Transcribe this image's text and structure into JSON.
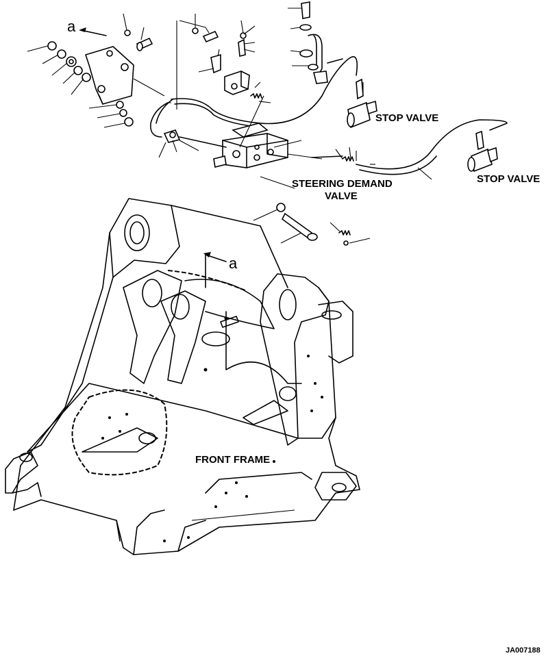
{
  "labels": {
    "stop_valve_upper": "STOP VALVE",
    "stop_valve_lower": "STOP VALVE",
    "steering_demand_valve_line1": "STEERING DEMAND",
    "steering_demand_valve_line2": "VALVE",
    "front_frame": "FRONT FRAME",
    "callout_a_top": "a",
    "callout_a_frame": "a",
    "drawing_code": "JA007188"
  },
  "icons": {
    "fastener_parts": "bolt-washer-nut-icons",
    "valve_parts": "valve-icons"
  }
}
